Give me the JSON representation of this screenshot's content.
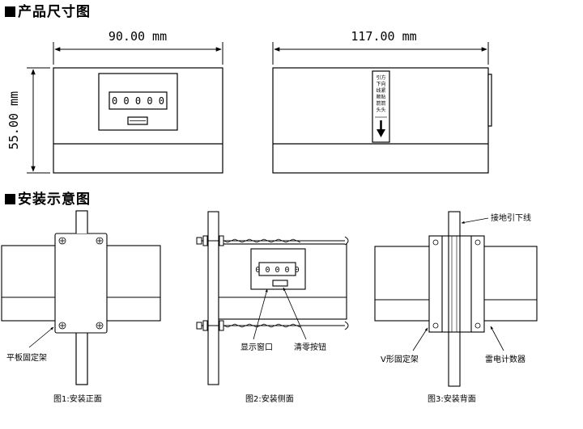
{
  "sections": {
    "dimensions_title": "产品尺寸图",
    "install_title": "安装示意图"
  },
  "dimensions": {
    "width_front": "90.00 mm",
    "width_side": "117.00 mm",
    "height": "55.00 mm"
  },
  "counter_display": "0 0 0 0 0",
  "side_label": [
    "引方",
    "下向",
    "线紧",
    "顺贴",
    "箭箭",
    "头头"
  ],
  "labels": {
    "flat_bracket": "平板固定架",
    "display_window": "显示窗口",
    "reset_button": "清零按钮",
    "ground_lead": "接地引下线",
    "v_bracket": "V形固定架",
    "counter": "雷电计数器"
  },
  "captions": {
    "fig1": "图1:安装正面",
    "fig2": "图2:安装侧面",
    "fig3": "图3:安装背面"
  }
}
